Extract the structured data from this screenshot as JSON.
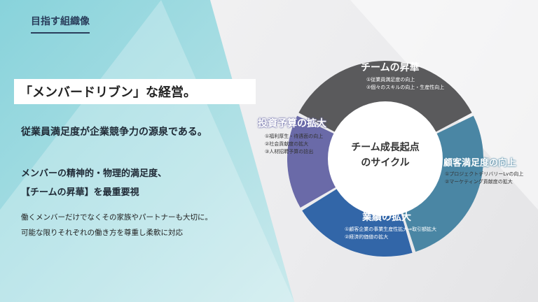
{
  "section_title": "目指す組織像",
  "headline": "「メンバードリブン」な経営。",
  "lead": "従業員満足度が企業競争力の源泉である。",
  "focus": [
    "メンバーの精神的・物理的満足度、",
    "【チームの昇華】を最重要視"
  ],
  "notes": [
    "働くメンバーだけでなくその家族やパートナーも大切に。",
    "可能な限りそれぞれの働き方を尊重し柔軟に対応"
  ],
  "cycle": {
    "center": [
      "チーム成長起点",
      "のサイクル"
    ],
    "segments": [
      {
        "title": "チームの昇華",
        "items": [
          "①従業員満足度の向上",
          "②個々のスキルの向上・生産性向上"
        ],
        "color": "#5a5a5c"
      },
      {
        "title": "顧客満足度の向上",
        "items": [
          "①プロジェクトデリバリーLvの向上",
          "②マーケティング貢献度の拡大"
        ],
        "color": "#4a86a4"
      },
      {
        "title": "業績の拡大",
        "items": [
          "①顧客企業の事業生産性拡大⇒取引額拡大",
          "②経済的価値の拡大"
        ],
        "color": "#3266a8"
      },
      {
        "title": "投資予算の拡大",
        "items": [
          "①福利厚生・待遇面の向上",
          "②社会貢献度の拡大",
          "③人材招聘予算の捻出"
        ],
        "color": "#6a6aa8"
      }
    ]
  }
}
